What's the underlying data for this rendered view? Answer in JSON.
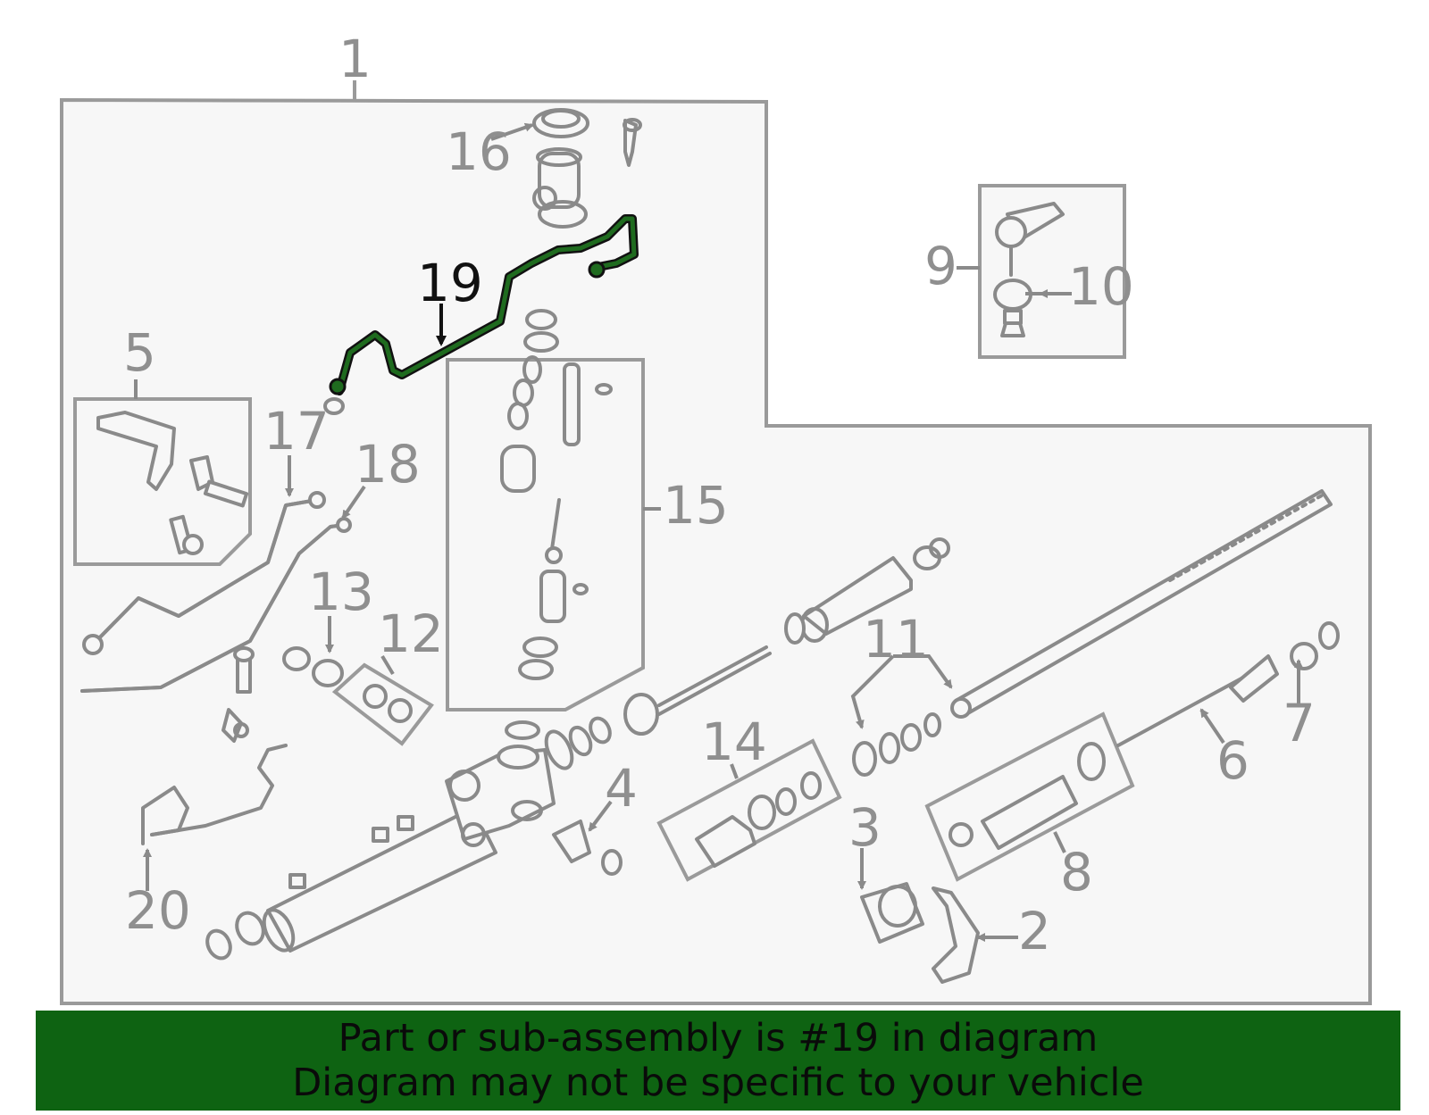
{
  "diagram": {
    "callouts": {
      "c1": "1",
      "c2": "2",
      "c3": "3",
      "c4": "4",
      "c5": "5",
      "c6": "6",
      "c7": "7",
      "c8": "8",
      "c9": "9",
      "c10": "10",
      "c11": "11",
      "c12": "12",
      "c13": "13",
      "c14": "14",
      "c15": "15",
      "c16": "16",
      "c17": "17",
      "c18": "18",
      "c19": "19",
      "c20": "20"
    },
    "highlighted_part": "19",
    "highlight_color": "#1f6b1f",
    "line_color": "#8a8a8a"
  },
  "banner": {
    "line1": "Part or sub-assembly is #19 in diagram",
    "line2": "Diagram may not be specific to your vehicle",
    "background": "#0e6312"
  }
}
